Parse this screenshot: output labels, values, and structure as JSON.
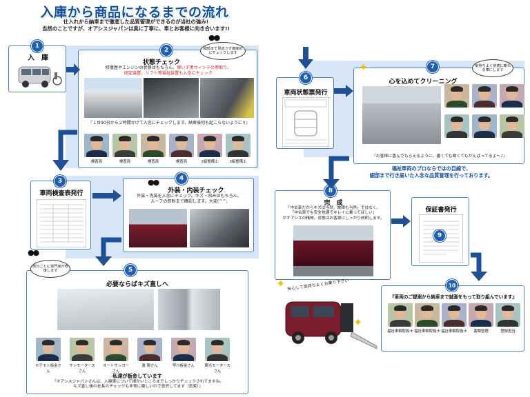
{
  "header": {
    "title": "入庫から商品になるまでの流れ",
    "sub1": "仕入れから納車まで徹底した品質管理ができるのが当社の強み!",
    "sub2": "当然のことですが、オアシスジャパンは真に丁寧に、車とお客様に向き合います!!"
  },
  "steps": {
    "s1": {
      "num": "1",
      "label": "入　庫"
    },
    "s2": {
      "num": "2",
      "label": "状態チェック",
      "line1": "修復歴やエンジンの状態はもちろん、",
      "line1_red": "車いす用ウィンチの巻取り、",
      "line2_red": "固定装置、リフト等福祉装置も入念にチェック",
      "bubble": "細部まで見逃さず徹底的にチェックします",
      "quote": "『１台90分から２時間かけて入念にチェックします。納車後何も起こらないように!!』",
      "staff": [
        "検査員",
        "検査員",
        "検査員",
        "検査員",
        "2級整備士",
        "3級整備士"
      ]
    },
    "s3": {
      "num": "3",
      "label": "車両検査表発行"
    },
    "s4": {
      "num": "4",
      "label": "外装・内装チェック",
      "line1": "外装・内装を入念にチェック。キズ・凹みはもちろん、",
      "line2": "ルーフの鉄粉まで確認します。大変(^^;"
    },
    "s5": {
      "num": "5",
      "label": "必要ならばキズ直しへ",
      "bubble": "部分ごとに専門家が修復します",
      "staff": [
        "ホチモト板金さん",
        "サンモータースさん",
        "オートサンヨーさん",
        "進 陽さん",
        "早川板金さん",
        "東光モータースさん"
      ],
      "closing_title": "私達が板金しています",
      "closing1": "『オアシスジャパンさんは、入庫車について細かいところまでしっかりチェックされてますね。",
      "closing2": "キズ直し後の社長のチェックも非常に厳しいので苦労してます（苦笑）』"
    },
    "s6": {
      "num": "6",
      "label": "車両状態票発行"
    },
    "s7": {
      "num": "7",
      "label": "心を込めてクリーニング",
      "bubble": "気持ちよく快適に乗れる車にします",
      "quote": "『お客様に喜んでもらえるように、暑くても寒くてもがんばってるよ～♪』"
    },
    "s8": {
      "num": "8",
      "label": "完　成",
      "line1": "「中古車だからキズは当然、故障も当然」ではなく、",
      "line2": "「中古車でも安全快適でキレイに乗ってほしい」",
      "line3": "がオアシスの精神。状態はお客様にしっかり説明します。"
    },
    "s9": {
      "num": "9",
      "label": "保証書発行"
    },
    "s10": {
      "num": "10",
      "label": "『車両のご提案から納車まで誠意をもって取り組んでいます』",
      "staff": [
        "福祉車輌取扱士",
        "福祉車輌取扱士",
        "福祉車輌取扱士",
        "書類管理",
        "登録担当"
      ]
    }
  },
  "notes": {
    "pro1": "福祉車両のプロならではの目線で、",
    "pro2": "細部まで行き届いた入念な品質管理を行っております。",
    "ride": "安心して気持ちよくお乗り下さい"
  },
  "colors": {
    "accent": "#1f5fb2",
    "band": "#d6e6f7",
    "alert": "#d62020",
    "sparkle": "#f5c400"
  },
  "icons": [
    "eyes-icon",
    "sparkle-icon",
    "arrow-down-icon",
    "arrow-right-icon"
  ]
}
